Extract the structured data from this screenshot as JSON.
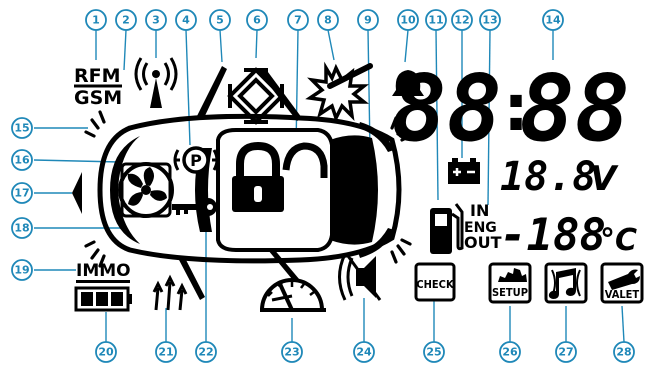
{
  "labels": {
    "rfm": "RFM",
    "gsm": "GSM",
    "immo": "IMMO",
    "check": "CHECK",
    "setup": "SETUP",
    "valet": "VALET",
    "in": "IN",
    "eng": "ENG",
    "out": "OUT",
    "volts_value": "18.8",
    "volts_unit": "V",
    "temp_value": "-188",
    "temp_unit": "°C",
    "clock_left": "88",
    "clock_sep": ":",
    "clock_right": "88",
    "parking": "P"
  },
  "callouts": [
    "1",
    "2",
    "3",
    "4",
    "5",
    "6",
    "7",
    "8",
    "9",
    "10",
    "11",
    "12",
    "13",
    "14",
    "15",
    "16",
    "17",
    "18",
    "19",
    "20",
    "21",
    "22",
    "23",
    "24",
    "25",
    "26",
    "27",
    "28"
  ],
  "colors": {
    "callout": "#1f88b8",
    "segment": "#000000",
    "background": "#ffffff"
  }
}
